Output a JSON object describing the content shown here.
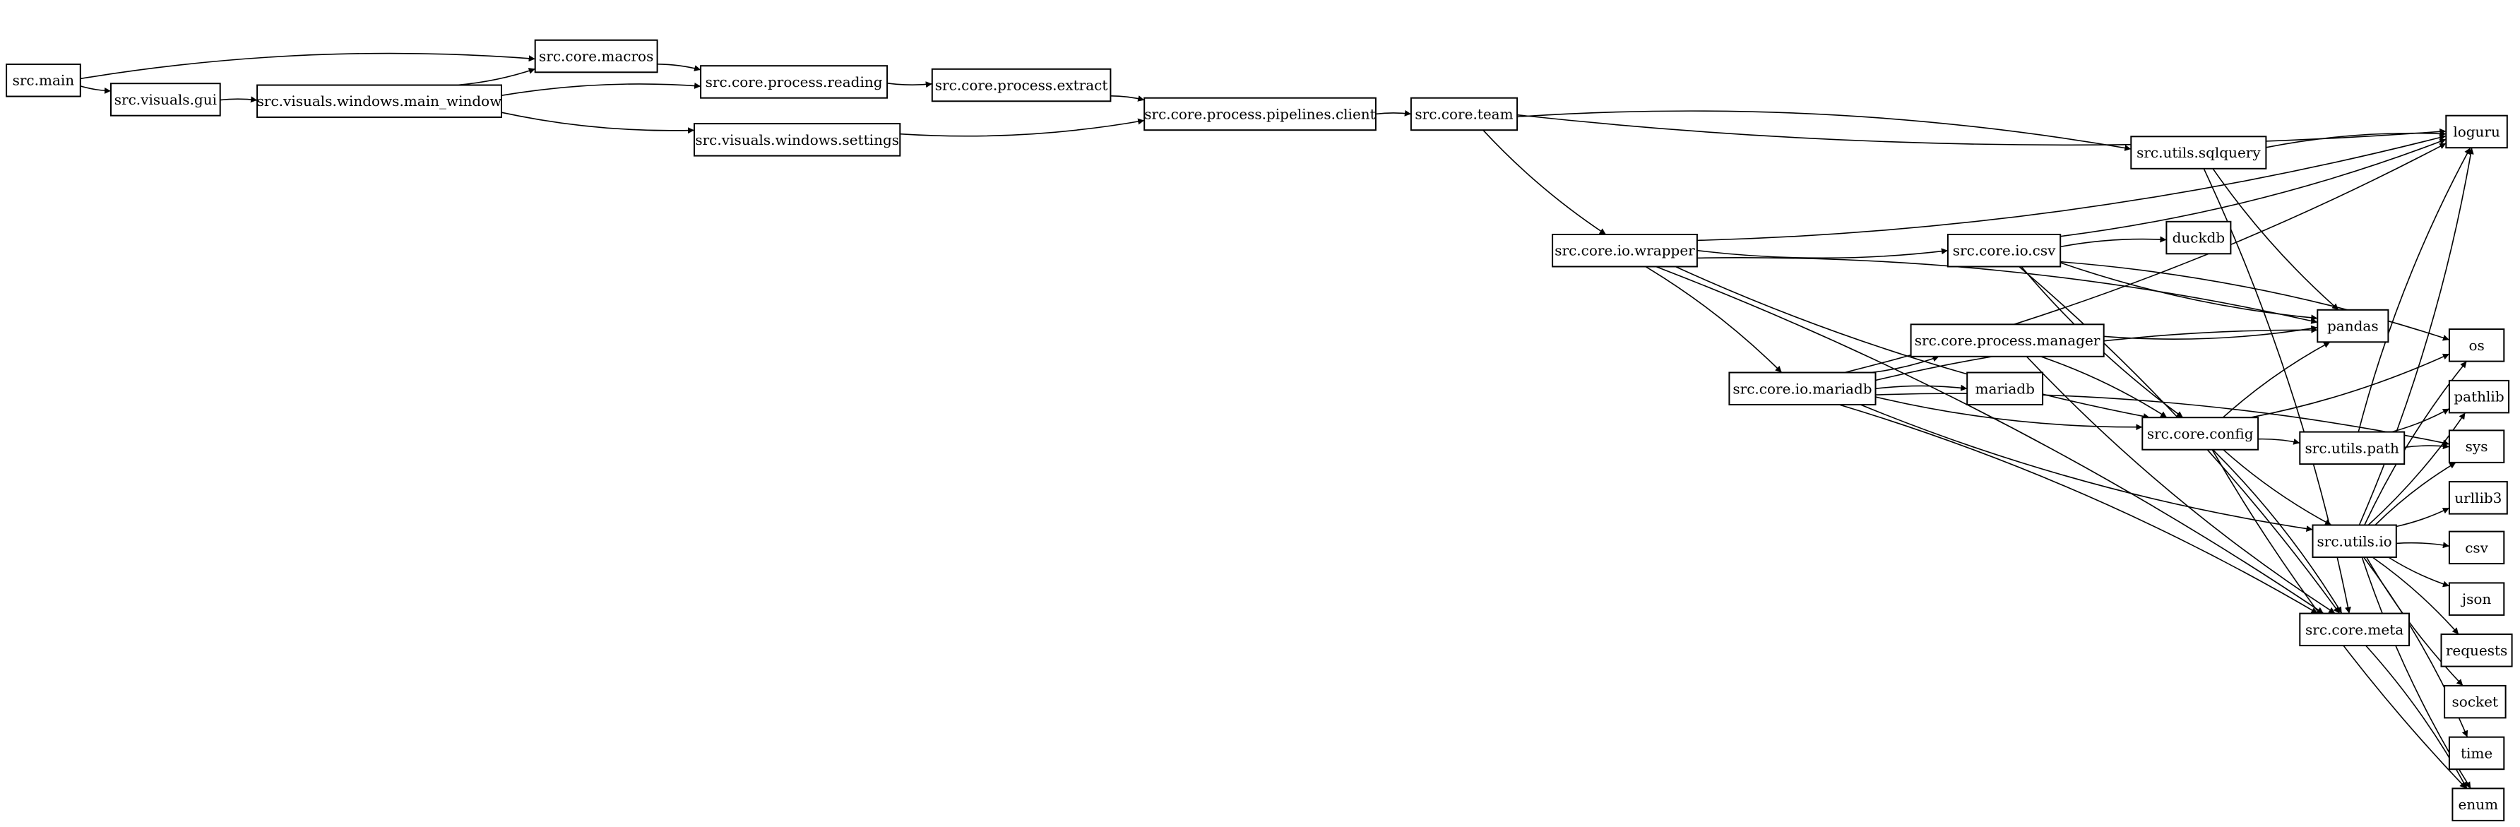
{
  "diagram": {
    "type": "directed-graph",
    "nodes": [
      {
        "id": "main",
        "label": "src.main"
      },
      {
        "id": "gui",
        "label": "src.visuals.gui"
      },
      {
        "id": "mainwin",
        "label": "src.visuals.windows.main_window"
      },
      {
        "id": "macros",
        "label": "src.core.macros"
      },
      {
        "id": "reading",
        "label": "src.core.process.reading"
      },
      {
        "id": "settings",
        "label": "src.visuals.windows.settings"
      },
      {
        "id": "extract",
        "label": "src.core.process.extract"
      },
      {
        "id": "client",
        "label": "src.core.process.pipelines.client"
      },
      {
        "id": "team",
        "label": "src.core.team"
      },
      {
        "id": "wrapper",
        "label": "src.core.io.wrapper"
      },
      {
        "id": "sqlquery",
        "label": "src.utils.sqlquery"
      },
      {
        "id": "csvmod",
        "label": "src.core.io.csv"
      },
      {
        "id": "duckdb",
        "label": "duckdb"
      },
      {
        "id": "manager",
        "label": "src.core.process.manager"
      },
      {
        "id": "mariadbmod",
        "label": "src.core.io.mariadb"
      },
      {
        "id": "mariadb",
        "label": "mariadb"
      },
      {
        "id": "config",
        "label": "src.core.config"
      },
      {
        "id": "upath",
        "label": "src.utils.path"
      },
      {
        "id": "uio",
        "label": "src.utils.io"
      },
      {
        "id": "meta",
        "label": "src.core.meta"
      },
      {
        "id": "loguru",
        "label": "loguru"
      },
      {
        "id": "pandas",
        "label": "pandas"
      },
      {
        "id": "os",
        "label": "os"
      },
      {
        "id": "pathlib",
        "label": "pathlib"
      },
      {
        "id": "sys",
        "label": "sys"
      },
      {
        "id": "urllib3",
        "label": "urllib3"
      },
      {
        "id": "csv",
        "label": "csv"
      },
      {
        "id": "json",
        "label": "json"
      },
      {
        "id": "requests",
        "label": "requests"
      },
      {
        "id": "socket",
        "label": "socket"
      },
      {
        "id": "time",
        "label": "time"
      },
      {
        "id": "enum",
        "label": "enum"
      }
    ],
    "edges": [
      [
        "main",
        "macros"
      ],
      [
        "main",
        "gui"
      ],
      [
        "gui",
        "mainwin"
      ],
      [
        "mainwin",
        "macros"
      ],
      [
        "mainwin",
        "reading"
      ],
      [
        "mainwin",
        "settings"
      ],
      [
        "macros",
        "reading"
      ],
      [
        "reading",
        "extract"
      ],
      [
        "extract",
        "client"
      ],
      [
        "settings",
        "client"
      ],
      [
        "client",
        "team"
      ],
      [
        "team",
        "loguru"
      ],
      [
        "team",
        "sqlquery"
      ],
      [
        "team",
        "wrapper"
      ],
      [
        "sqlquery",
        "loguru"
      ],
      [
        "sqlquery",
        "pandas"
      ],
      [
        "sqlquery",
        "meta"
      ],
      [
        "wrapper",
        "loguru"
      ],
      [
        "wrapper",
        "pandas"
      ],
      [
        "wrapper",
        "csvmod"
      ],
      [
        "wrapper",
        "mariadbmod"
      ],
      [
        "wrapper",
        "config"
      ],
      [
        "wrapper",
        "meta"
      ],
      [
        "csvmod",
        "loguru"
      ],
      [
        "csvmod",
        "duckdb"
      ],
      [
        "csvmod",
        "pandas"
      ],
      [
        "csvmod",
        "os"
      ],
      [
        "csvmod",
        "config"
      ],
      [
        "csvmod",
        "meta"
      ],
      [
        "mariadbmod",
        "loguru"
      ],
      [
        "mariadbmod",
        "pandas"
      ],
      [
        "mariadbmod",
        "manager"
      ],
      [
        "mariadbmod",
        "mariadb"
      ],
      [
        "mariadbmod",
        "config"
      ],
      [
        "mariadbmod",
        "sys"
      ],
      [
        "mariadbmod",
        "uio"
      ],
      [
        "mariadbmod",
        "meta"
      ],
      [
        "manager",
        "pandas"
      ],
      [
        "manager",
        "config"
      ],
      [
        "manager",
        "meta"
      ],
      [
        "config",
        "pandas"
      ],
      [
        "config",
        "os"
      ],
      [
        "config",
        "upath"
      ],
      [
        "config",
        "uio"
      ],
      [
        "config",
        "meta"
      ],
      [
        "config",
        "enum"
      ],
      [
        "upath",
        "loguru"
      ],
      [
        "upath",
        "pathlib"
      ],
      [
        "upath",
        "sys"
      ],
      [
        "uio",
        "loguru"
      ],
      [
        "uio",
        "os"
      ],
      [
        "uio",
        "pathlib"
      ],
      [
        "uio",
        "sys"
      ],
      [
        "uio",
        "urllib3"
      ],
      [
        "uio",
        "csv"
      ],
      [
        "uio",
        "json"
      ],
      [
        "uio",
        "requests"
      ],
      [
        "uio",
        "socket"
      ],
      [
        "uio",
        "time"
      ],
      [
        "uio",
        "enum"
      ],
      [
        "meta",
        "enum"
      ]
    ]
  }
}
